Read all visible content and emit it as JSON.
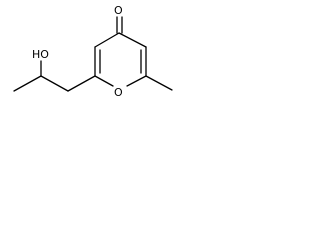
{
  "molecule": {
    "atoms": {
      "carbonyl_oxygen": "O",
      "ring_oxygen": "O",
      "hydroxyl": "HO"
    },
    "colors": {
      "background": "#ffffff",
      "stroke": "#000000"
    }
  }
}
